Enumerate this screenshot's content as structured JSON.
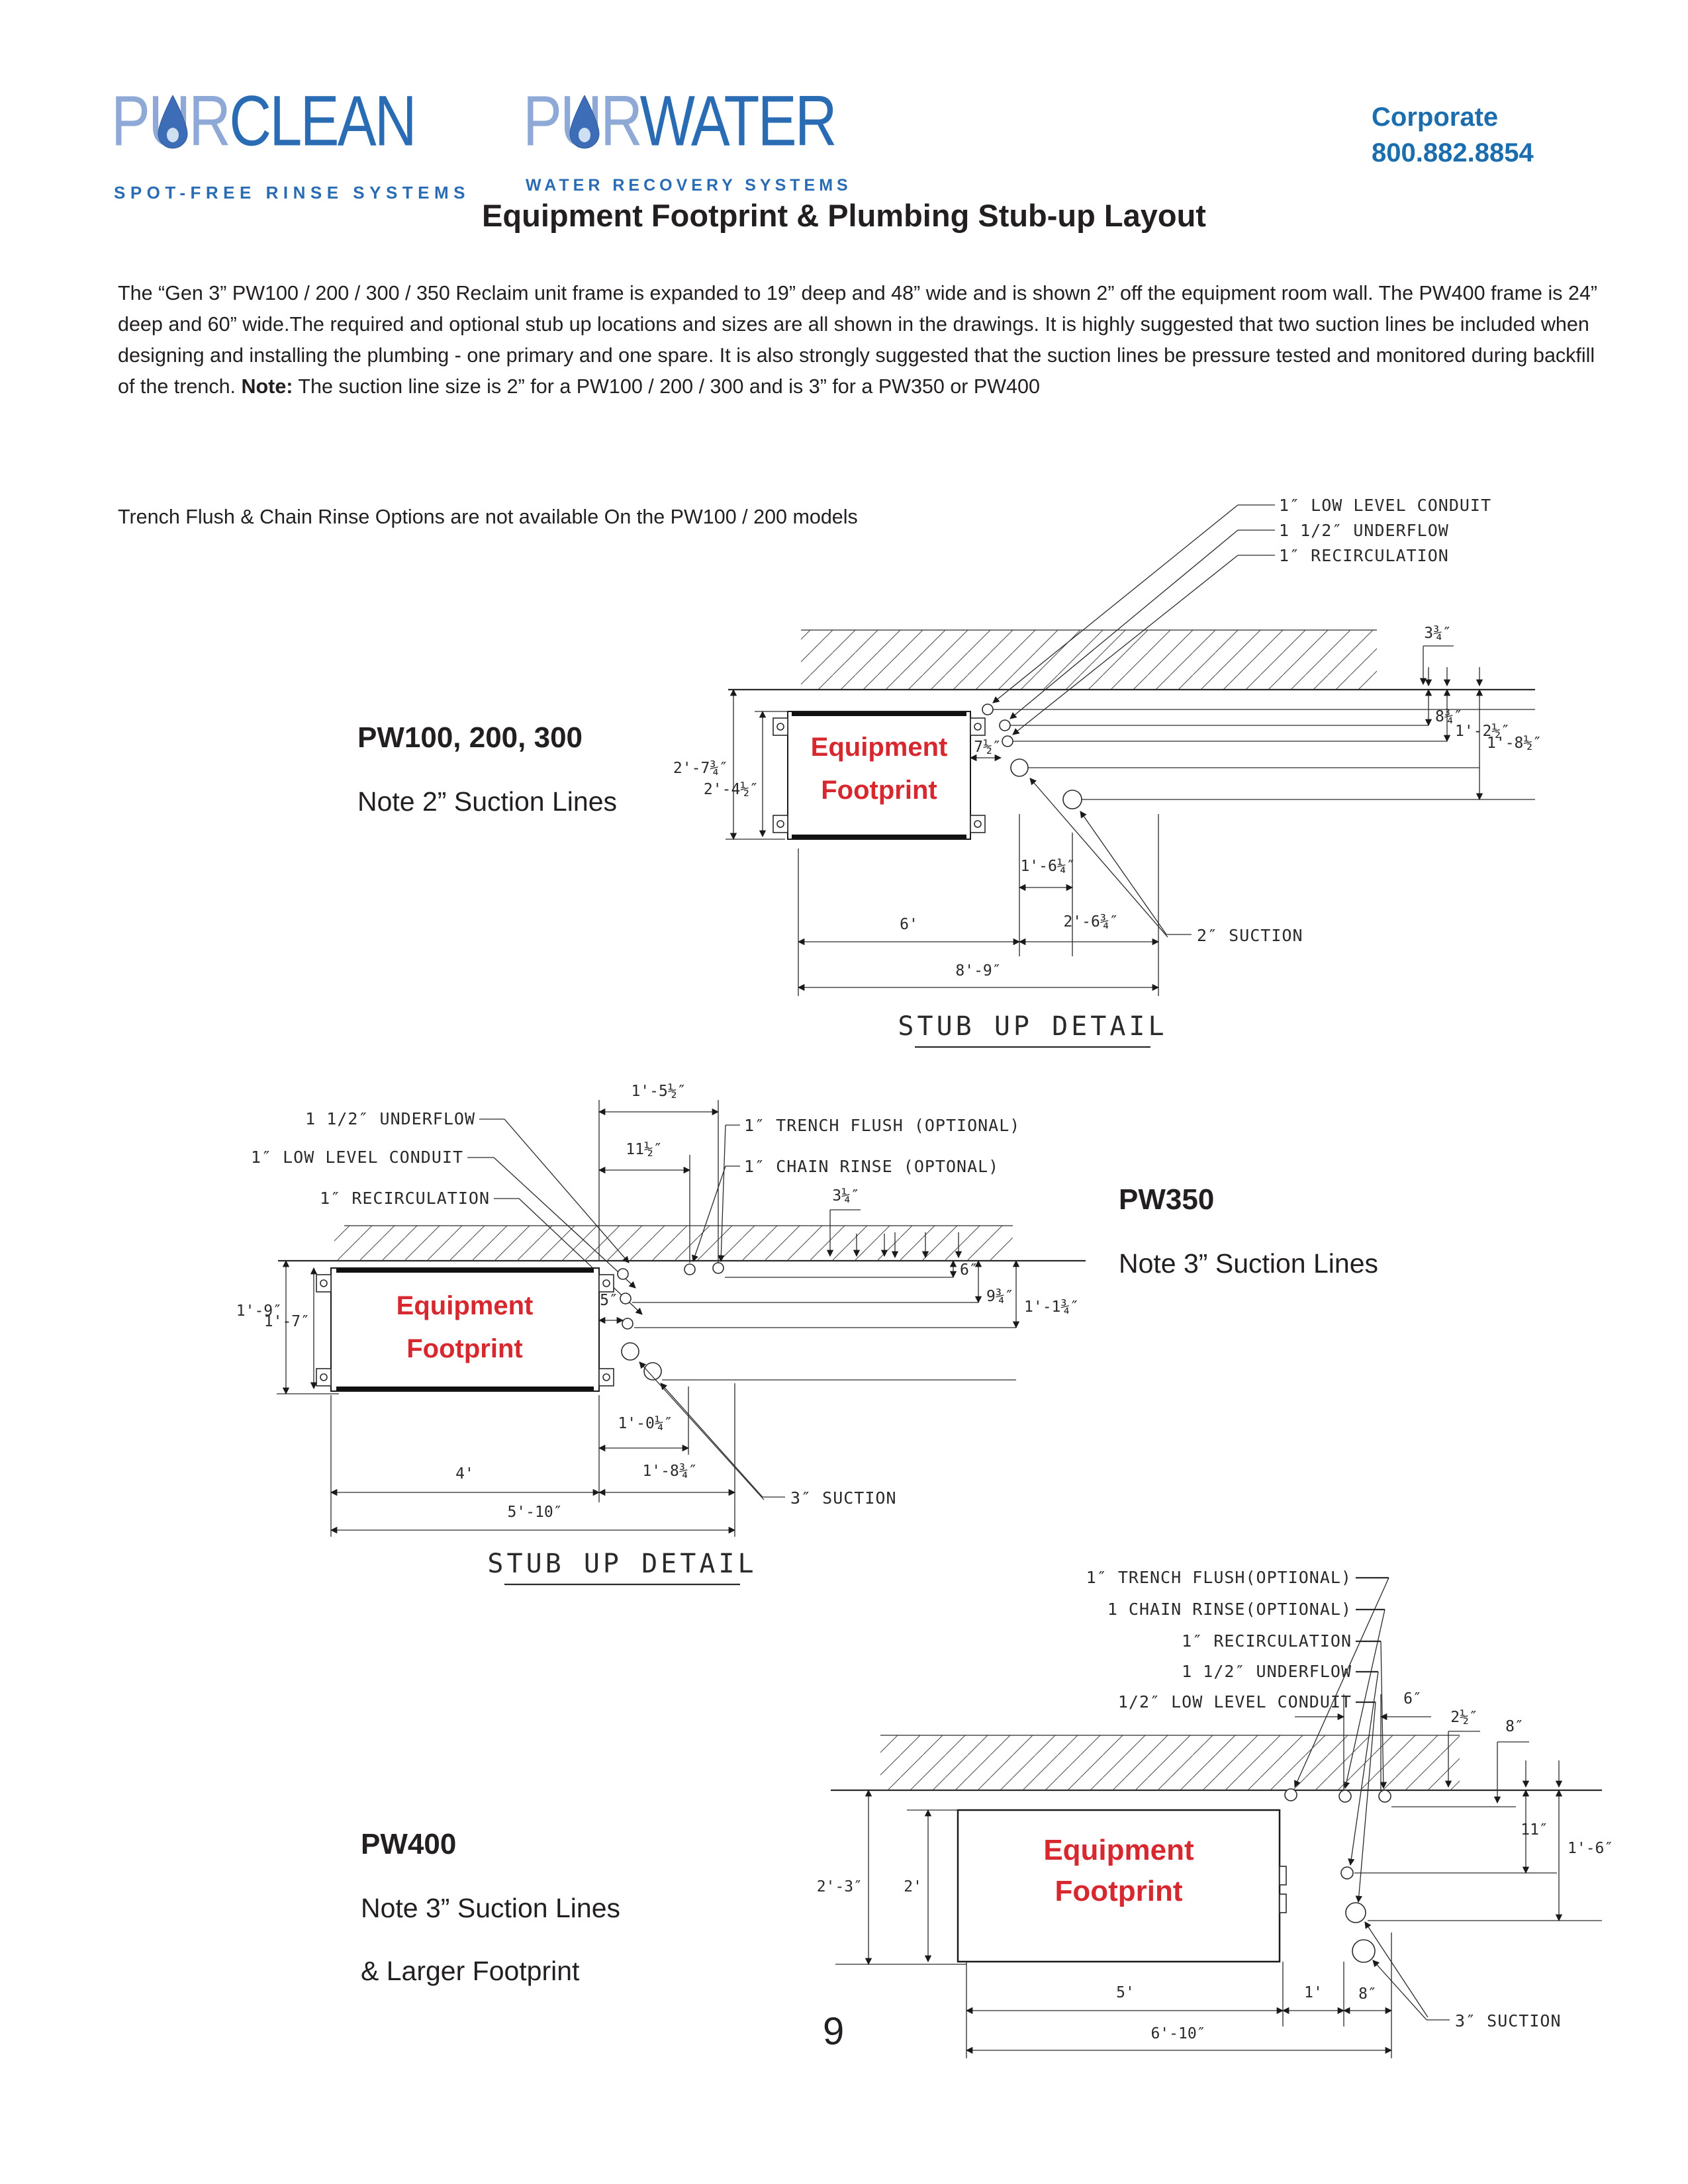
{
  "colors": {
    "logo_light_blue": "#8fa9d6",
    "logo_dark_blue": "#2a6cb4",
    "corporate_blue": "#1b6dad",
    "equipment_red": "#d7282f",
    "ink": "#231f20"
  },
  "header": {
    "logo_purclean": {
      "pur": "PUR",
      "rest": "CLEAN",
      "tagline": "SPOT-FREE RINSE SYSTEMS"
    },
    "logo_purwater": {
      "pur": "PUR",
      "rest": "WATER",
      "tagline": "WATER RECOVERY SYSTEMS"
    },
    "corporate": {
      "label": "Corporate",
      "phone": "800.882.8854"
    }
  },
  "title": "Equipment Footprint & Plumbing Stub-up Layout",
  "intro": {
    "before_note": "The “Gen 3”  PW100 / 200 / 300 / 350 Reclaim unit frame is expanded to 19” deep and 48” wide and is shown 2” off the equipment room wall. The PW400 frame is 24” deep and 60” wide.The required and optional stub up locations and sizes are all shown in the drawings. It is highly suggested that two suction lines be included when designing and installing the plumbing - one primary and one spare. It is also strongly suggested that the suction lines be pressure tested and monitored during backfill of the trench.  ",
    "note_label": "Note:",
    "after_note": " The suction line size is 2” for a PW100 / 200 / 300 and is 3” for a PW350 or PW400",
    "options_line": "Trench Flush & Chain Rinse Options are not available On the PW100 / 200 models"
  },
  "diagram1": {
    "model": "PW100, 200, 300",
    "note": "Note 2” Suction Lines",
    "equipment": {
      "line1": "Equipment",
      "line2": "Footprint"
    },
    "callouts": {
      "low_level": "1″ LOW LEVEL CONDUIT",
      "underflow": "1 1/2″ UNDERFLOW",
      "recirculation": "1″ RECIRCULATION"
    },
    "dims": {
      "wall_to_bottom": "2'-7¾″",
      "frame_depth": "2'-4½″",
      "gap": "7½″",
      "r1": "3¾″",
      "r2": "8¾″",
      "r3": "1'-2½″",
      "r4": "1'-8½″",
      "b1": "1'-6¼″",
      "b2": "6'",
      "b3": "2'-6¾″",
      "b4": "8'-9″"
    },
    "suction": "2″ SUCTION",
    "detail_title": "STUB UP DETAIL"
  },
  "diagram2": {
    "model": "PW350",
    "note": "Note 3” Suction Lines",
    "equipment": {
      "line1": "Equipment",
      "line2": "Footprint"
    },
    "callouts": {
      "underflow": "1 1/2″ UNDERFLOW",
      "low_level": "1″ LOW LEVEL CONDUIT",
      "recirculation": "1″ RECIRCULATION",
      "trench_flush": "1″ TRENCH FLUSH (OPTIONAL)",
      "chain_rinse": "1″ CHAIN RINSE (OPTONAL)"
    },
    "dims": {
      "t1": "1'-5½″",
      "t2": "11½″",
      "t3": "3¼″",
      "l1": "1'-9″",
      "l2": "1'-7″",
      "gap": "5″",
      "r1": "6″",
      "r2": "9¾″",
      "r3": "1'-1¾″",
      "b1": "1'-0¼″",
      "b2": "4'",
      "b3": "1'-8¾″",
      "b4": "5'-10″"
    },
    "suction": "3″ SUCTION",
    "detail_title": "STUB UP DETAIL"
  },
  "diagram3": {
    "model": "PW400",
    "note": "Note 3” Suction Lines",
    "note2": "& Larger Footprint",
    "equipment": {
      "line1": "Equipment",
      "line2": "Footprint"
    },
    "callouts": {
      "trench_flush": "1″ TRENCH FLUSH(OPTIONAL)",
      "chain_rinse": "1 CHAIN RINSE(OPTIONAL)",
      "recirculation": "1″ RECIRCULATION",
      "underflow": "1 1/2″ UNDERFLOW",
      "low_level": "1/2″ LOW LEVEL CONDUIT"
    },
    "dims": {
      "t1": "6″",
      "t2": "2½″",
      "t3": "8″",
      "r1": "11″",
      "r2": "1'-6″",
      "l1": "2'-3″",
      "l2": "2'",
      "b1": "5'",
      "b2": "1'",
      "b3": "8″",
      "b4": "6'-10″"
    },
    "suction": "3″ SUCTION"
  },
  "page": {
    "number": "9"
  }
}
